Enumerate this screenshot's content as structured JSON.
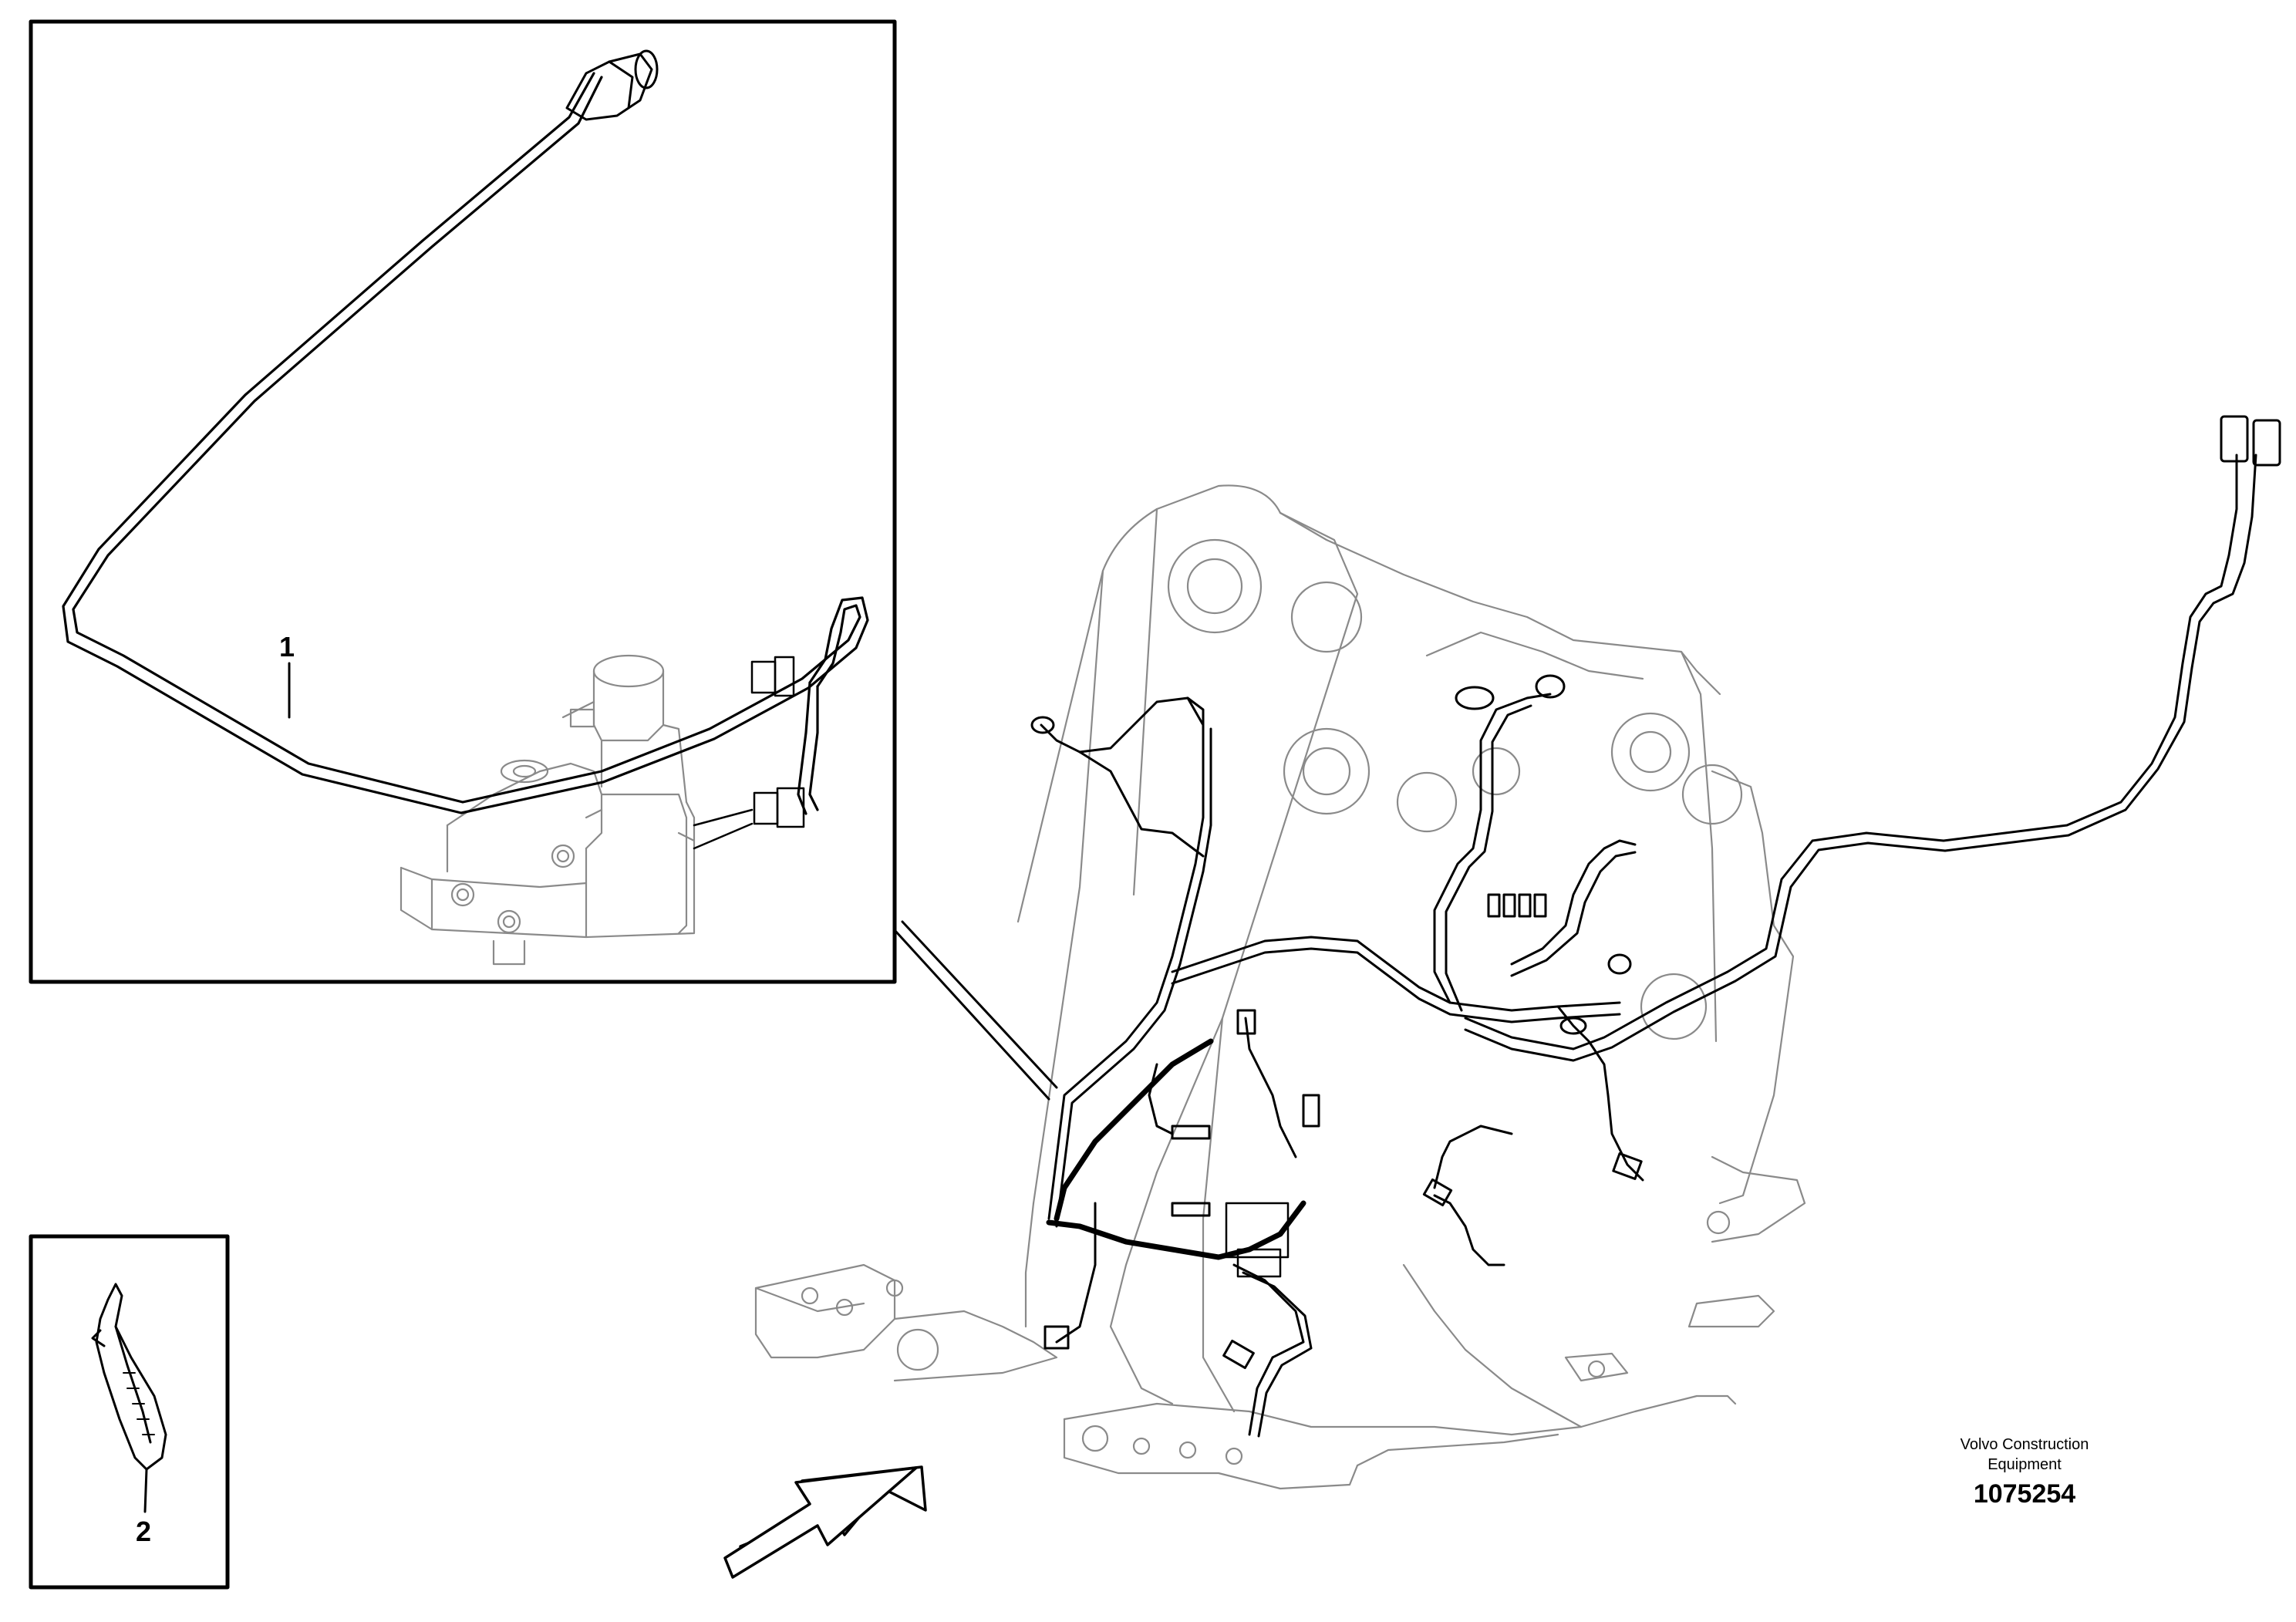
{
  "callouts": {
    "item1": "1",
    "item2": "2"
  },
  "brand": {
    "line1": "Volvo Construction",
    "line2": "Equipment"
  },
  "document_number": "1075254",
  "icons": {
    "direction_arrow": "forward-direction-arrow-icon",
    "cable_tie": "cable-tie-icon",
    "connector": "electrical-connector-icon"
  }
}
